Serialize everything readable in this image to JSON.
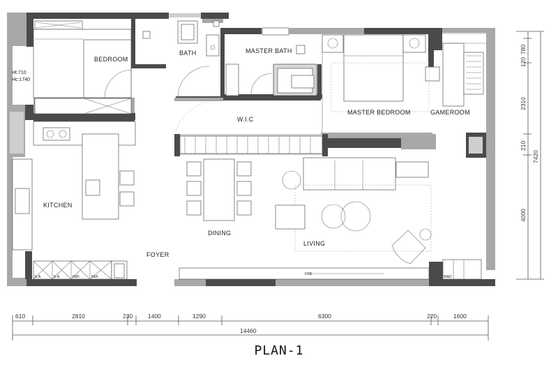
{
  "title": "PLAN-1",
  "rooms": {
    "bedroom": "BEDROOM",
    "bath": "BATH",
    "master_bath": "MASTER BATH",
    "master_bedroom": "MASTER BEDROOM",
    "gameroom": "GAMEROOM",
    "wic": "W.I.C",
    "kitchen": "KITCHEN",
    "dining": "DINING",
    "living": "LIVING",
    "foyer": "FOYER"
  },
  "notes": {
    "ht": "Ht:710",
    "hc": "Hc:1740",
    "fire": "FIRE",
    "ea1": "E.A.",
    "ea2": "E.A.",
    "ref1": "REF.",
    "ref2": "REF.",
    "wd": "W&D"
  },
  "dimensions_bottom": {
    "d1": "610",
    "d2": "2810",
    "d3": "230",
    "d4": "1400",
    "d5": "1290",
    "d6": "6300",
    "d7": "220",
    "d8": "1600",
    "total": "14460"
  },
  "dimensions_right": {
    "d1": "120",
    "d2": "780",
    "d3": "2310",
    "d4": "210",
    "d5": "4000",
    "total": "7420"
  }
}
